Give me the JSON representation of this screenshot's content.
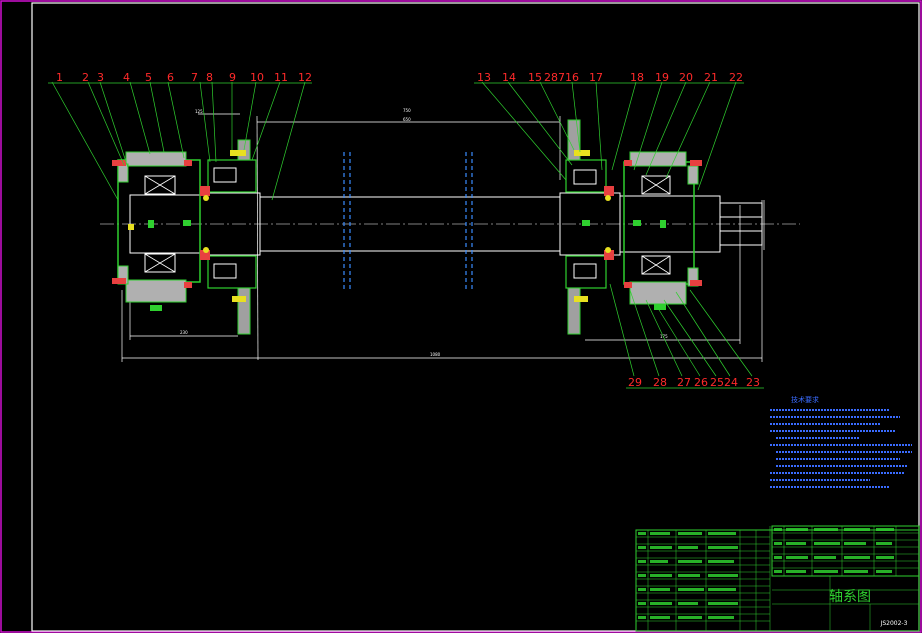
{
  "colors": {
    "background": "#000000",
    "frame": "#d010d0",
    "border": "#ffffff",
    "part_outline": "#2fd02f",
    "shaft": "#ffffff",
    "hatch": "#d8d8d8",
    "leaders": "#2fd02f",
    "dimension": "#ffffff",
    "label": "#ff2a2a",
    "notes": "#3a6cff",
    "title_block": "#2fd02f"
  },
  "drawing": {
    "balloons_top": [
      "1",
      "2",
      "3",
      "4",
      "5",
      "6",
      "7",
      "8",
      "9",
      "10",
      "11",
      "12",
      "13",
      "14",
      "15",
      "16",
      "17",
      "18",
      "19",
      "20",
      "21",
      "22"
    ],
    "balloon_top_extra": "287",
    "balloons_bottom": [
      "29",
      "28",
      "27",
      "26",
      "25",
      "24",
      "23"
    ],
    "notes_title": "技术要求"
  },
  "title_block": {
    "drawing_title": "轴系图",
    "drawing_number": "JS2002-3"
  }
}
